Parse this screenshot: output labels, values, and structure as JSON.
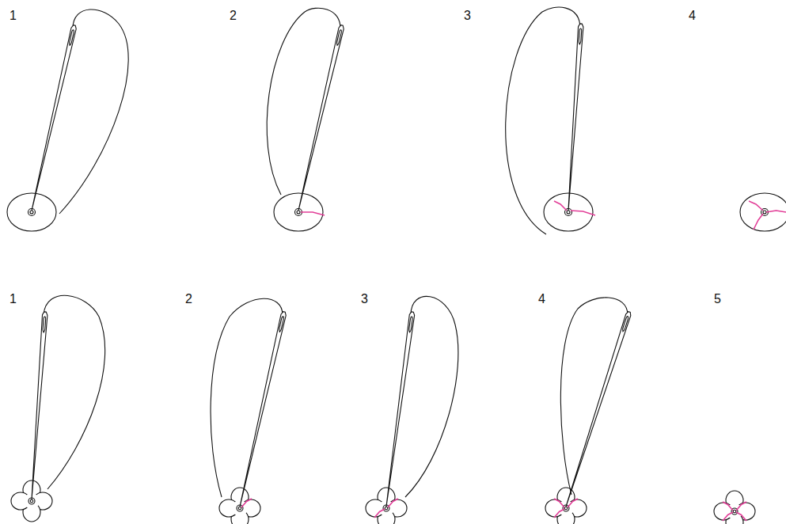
{
  "diagram": {
    "labels": [
      "1",
      "2",
      "3",
      "4",
      "1",
      "2",
      "3",
      "4",
      "5"
    ]
  }
}
